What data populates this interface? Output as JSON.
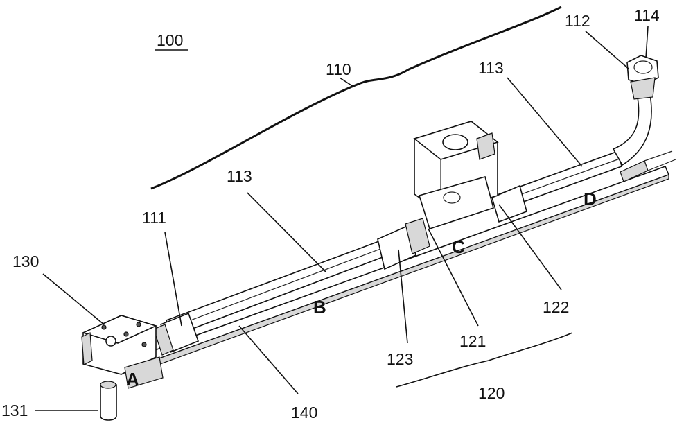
{
  "figure": {
    "ref_main": "100",
    "labels": {
      "l110": "110",
      "l111": "111",
      "l112": "112",
      "l113a": "113",
      "l113b": "113",
      "l114": "114",
      "l120": "120",
      "l121": "121",
      "l122": "122",
      "l123": "123",
      "l130": "130",
      "l131": "131",
      "l140": "140"
    },
    "points": {
      "A": "A",
      "B": "B",
      "C": "C",
      "D": "D"
    }
  }
}
